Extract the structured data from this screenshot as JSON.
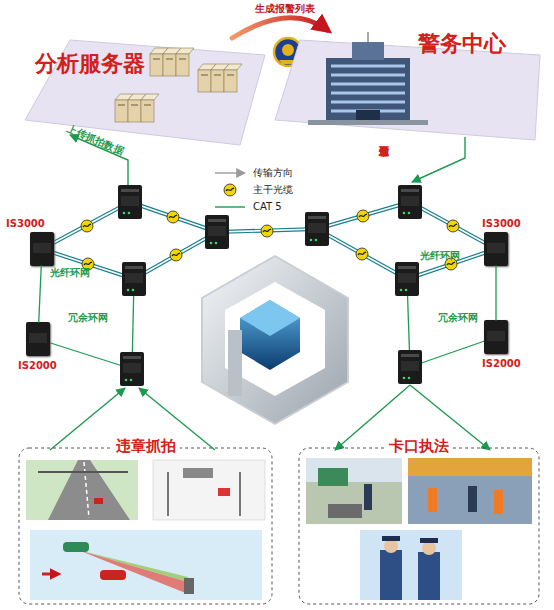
{
  "diagram": {
    "nodes": [
      {
        "text": [
          "分析服务器"
        ]
      },
      {
        "text": [
          "警务中心"
        ]
      },
      {
        "text": [
          "IS3000"
        ]
      },
      {
        "text": [
          "IS2000"
        ]
      },
      {
        "text": [
          "IS3000"
        ]
      },
      {
        "text": [
          "IS2000"
        ]
      },
      {
        "text": [
          "违章抓拍"
        ]
      },
      {
        "text": [
          "卡口执法"
        ]
      }
    ],
    "edges": [
      {
        "from": 0,
        "to": 1,
        "label": "生成报警列表",
        "arrow": "to"
      },
      {
        "from": 2,
        "to": 3,
        "arrow": "none"
      },
      {
        "from": 4,
        "to": 5,
        "arrow": "none"
      }
    ],
    "labels": [
      "上传抓拍数据",
      "下发违章信息",
      "光纤环网",
      "光纤环网",
      "冗余环网",
      "冗余环网"
    ],
    "legend": [
      {
        "text": "传输方向"
      },
      {
        "text": "主干光缆"
      },
      {
        "text": "CAT 5"
      }
    ]
  }
}
